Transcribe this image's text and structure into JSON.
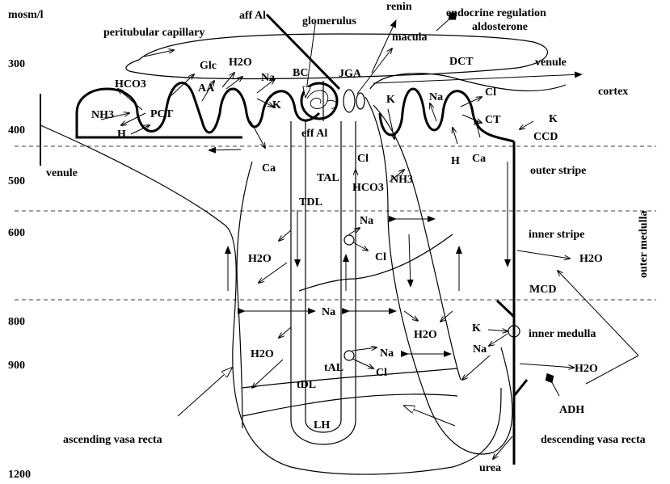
{
  "osmolality_axis": {
    "unit": "mosm/l",
    "ticks": [
      "300",
      "400",
      "500",
      "600",
      "800",
      "900",
      "1200"
    ]
  },
  "labels": {
    "aff_al": "aff Al",
    "glomerulus": "glomerulus",
    "renin": "renin",
    "endocrine_regulation": "endocrine regulation",
    "aldosterone": "aldosterone",
    "peritubular_capillary": "peritubular capillary",
    "macula": "macula",
    "dct": "DCT",
    "venule_top": "venule",
    "cortex": "cortex",
    "glc": "Glc",
    "h2o_pct": "H2O",
    "bc": "BC",
    "jga": "JGA",
    "hco3_left": "HCO3",
    "aa": "AA",
    "na_pct": "Na",
    "k_pct": "K",
    "nh3_left": "NH3",
    "pct": "PCT",
    "h_left": "H",
    "k_dct": "K",
    "na_dct": "Na",
    "cl_dct": "Cl",
    "ct": "CT",
    "k_right": "K",
    "ccd": "CCD",
    "venule_left": "venule",
    "eff_al": "eff Al",
    "cl_tal": "Cl",
    "ca_pct": "Ca",
    "h_dct": "H",
    "ca_dct": "Ca",
    "tal": "TAL",
    "nh3_tal": "NH3",
    "outer_stripe": "outer stripe",
    "hco3_tal": "HCO3",
    "tdl": "TDL",
    "na_mid": "Na",
    "outer_medulla": "outer medulla",
    "inner_stripe": "inner stripe",
    "h2o_upper_left": "H2O",
    "cl_mid": "Cl",
    "h2o_cd_upper": "H2O",
    "mcd": "MCD",
    "na_center": "Na",
    "k_mcd": "K",
    "inner_medulla": "inner medulla",
    "h2o_center": "H2O",
    "na_mcd": "Na",
    "h2o_lower_left": "H2O",
    "na_lower": "Na",
    "tal_thin": "tAL",
    "cl_lower": "Cl",
    "h2o_cd_lower": "H2O",
    "tdl_thin": "tDL",
    "adh": "ADH",
    "ascending_vasa_recta": "ascending vasa recta",
    "lh": "LH",
    "descending_vasa_recta": "descending vasa recta",
    "urea": "urea"
  }
}
